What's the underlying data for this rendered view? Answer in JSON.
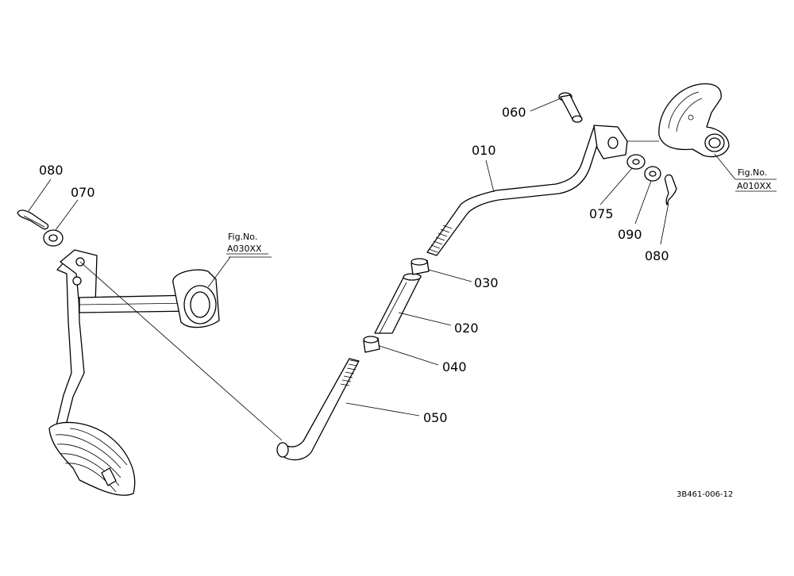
{
  "callouts": {
    "c010": "010",
    "c020": "020",
    "c030": "030",
    "c040": "040",
    "c050": "050",
    "c060": "060",
    "c070": "070",
    "c075": "075",
    "c080a": "080",
    "c080b": "080",
    "c090": "090"
  },
  "figure_refs": {
    "left": {
      "label": "Fig.No.",
      "number": "A030XX"
    },
    "right": {
      "label": "Fig.No.",
      "number": "A010XX"
    }
  },
  "document_id": "3B461-006-12"
}
